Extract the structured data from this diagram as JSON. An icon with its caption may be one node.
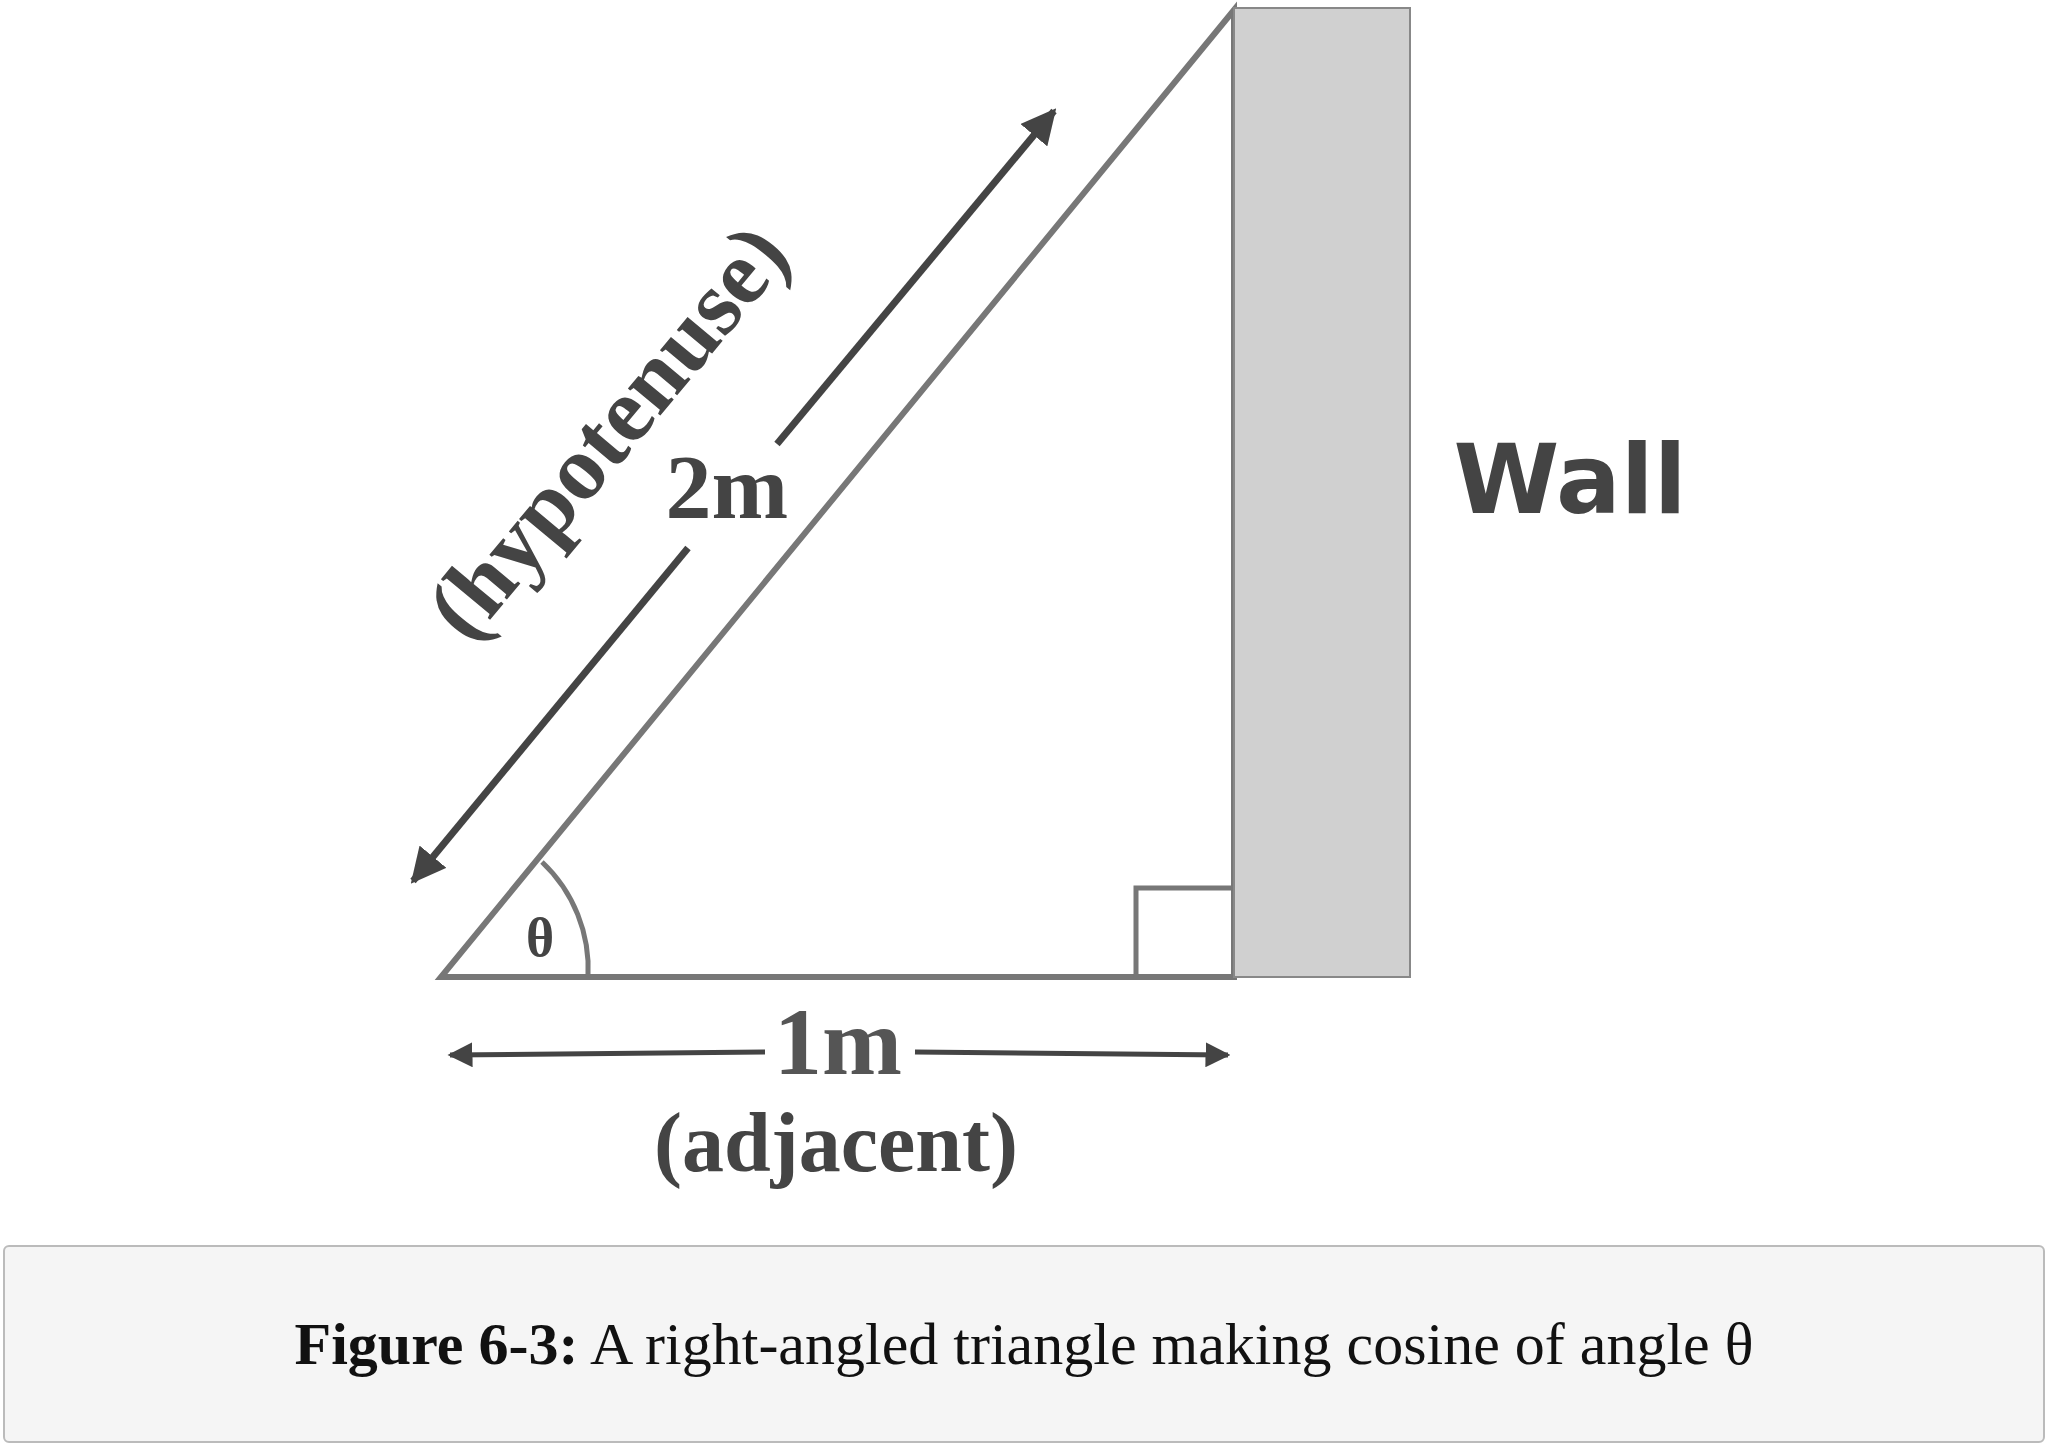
{
  "diagram": {
    "caption": "**Figure 6-3:** A right-angled triangle making cosine of angle θ",
    "nodes": [
      {
        "text": [],
        "shape": "triangle"
      },
      {
        "text": [],
        "shape": "box",
        "beside": [
          "Wall"
        ]
      }
    ],
    "labels": [
      "(hypotenuse)",
      "2m",
      "θ",
      "1m",
      "(adjacent)"
    ]
  }
}
